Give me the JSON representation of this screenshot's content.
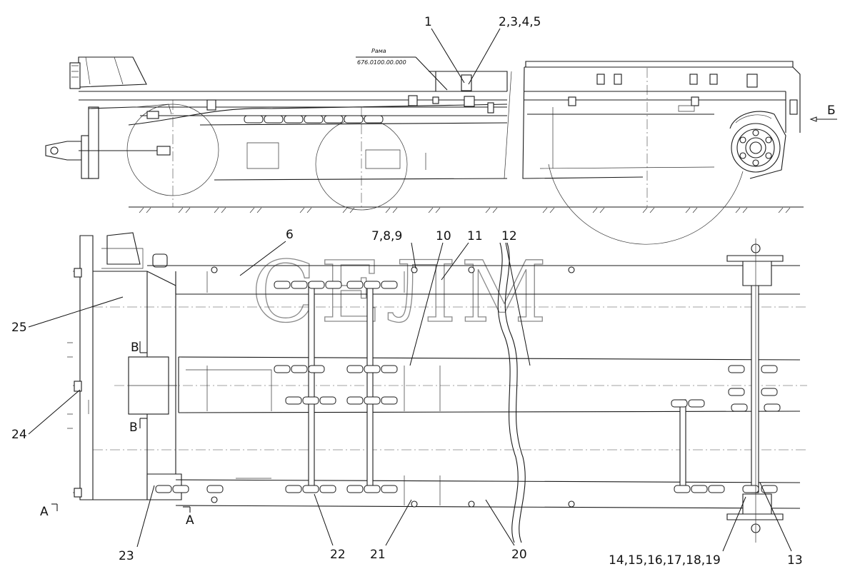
{
  "drawing": {
    "frame_label_line1": "Рама",
    "frame_label_line2": "676.0100.00.000",
    "watermark": "СЕЛМ",
    "view_arrow_label": "Б",
    "section_labels": {
      "a_left": "А",
      "a_right": "А",
      "v_top": "В",
      "v_bottom": "В"
    }
  },
  "callouts": {
    "c1": "1",
    "c2": "2,3,4,5",
    "c6": "6",
    "c7": "7,8,9",
    "c10": "10",
    "c11": "11",
    "c12": "12",
    "c13": "13",
    "c14": "14,15,16,17,18,19",
    "c20": "20",
    "c21": "21",
    "c22": "22",
    "c23": "23",
    "c24": "24",
    "c25": "25"
  }
}
